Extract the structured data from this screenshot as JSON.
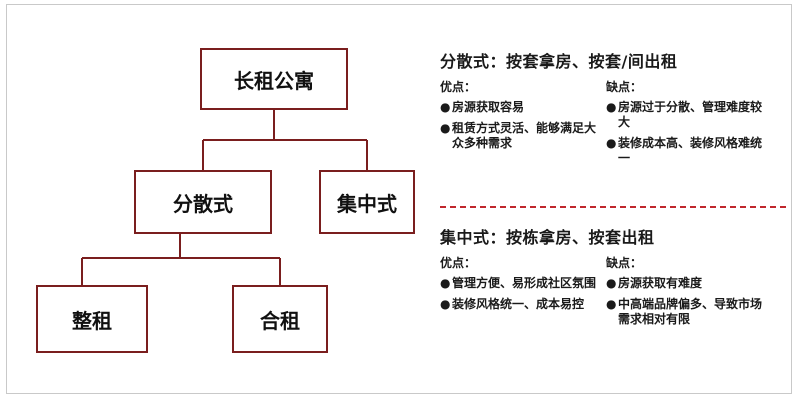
{
  "tree": {
    "root": "长租公寓",
    "fensan": "分散式",
    "jizhong": "集中式",
    "zhengzu": "整租",
    "hezu": "合租"
  },
  "colors": {
    "box_border": "#7a1e1e",
    "divider": "#c0272d"
  },
  "panels": {
    "top": {
      "title": "分散式：按套拿房、按套/间出租",
      "pros_head": "优点：",
      "cons_head": "缺点：",
      "pros": [
        "房源获取容易",
        "租赁方式灵活、能够满足大众多种需求"
      ],
      "cons": [
        "房源过于分散、管理难度较大",
        "装修成本高、装修风格难统一"
      ]
    },
    "bottom": {
      "title": "集中式：按栋拿房、按套出租",
      "pros_head": "优点：",
      "cons_head": "缺点：",
      "pros": [
        "管理方便、易形成社区氛围",
        "装修风格统一、成本易控"
      ],
      "cons": [
        "房源获取有难度",
        "中高端品牌偏多、导致市场需求相对有限"
      ]
    }
  }
}
